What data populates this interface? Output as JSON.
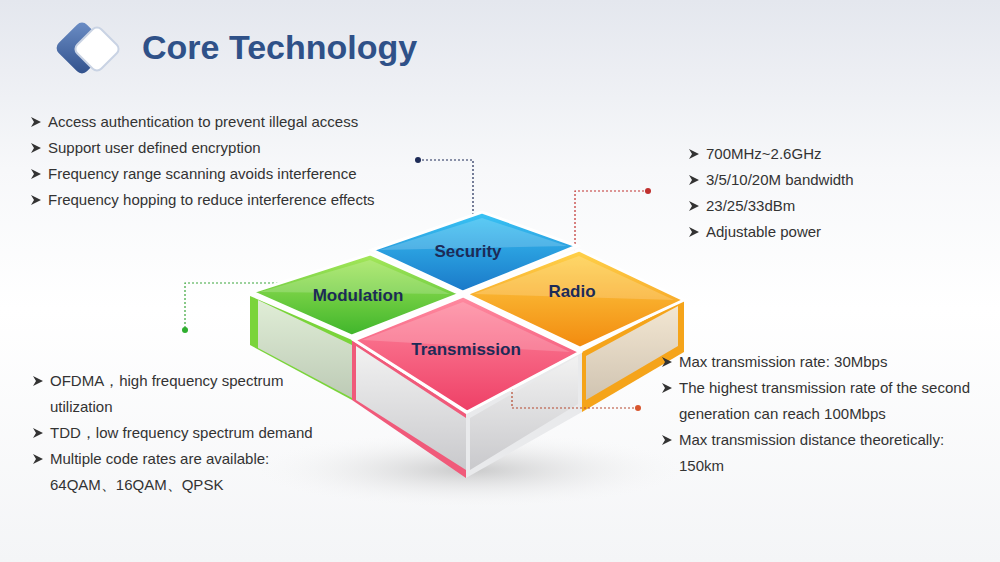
{
  "diagram": {
    "title": "Core Technology",
    "nodes": [
      {
        "text": [
          "Security"
        ]
      },
      {
        "text": [
          "Modulation"
        ]
      },
      {
        "text": [
          "Radio"
        ]
      },
      {
        "text": [
          "Transmission"
        ]
      }
    ],
    "labels": [
      "Access authentication to prevent illegal access",
      "Support user defined encryption",
      "Frequency range scanning avoids interference",
      "Frequency hopping to reduce interference effects",
      "700MHz~2.6GHz",
      "3/5/10/20M bandwidth",
      "23/25/33dBm",
      "Adjustable power",
      "OFDMA，high frequency spectrum utilization",
      "TDD，low frequency spectrum demand",
      "Multiple code rates are available: 64QAM、16QAM、QPSK",
      "Max transmission rate: 30Mbps",
      "The highest transmission rate of the second generation can reach 100Mbps",
      "Max transmission distance theoretically: 150km"
    ]
  }
}
